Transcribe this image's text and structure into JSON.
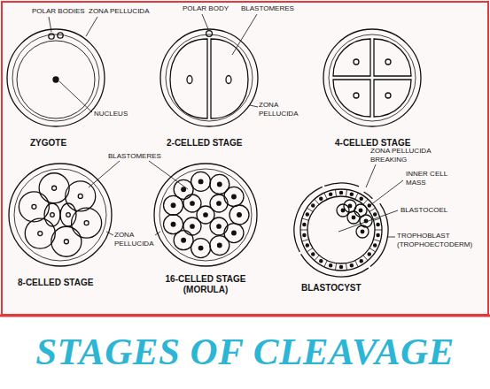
{
  "diagram": {
    "caption": "STAGES OF CLEAVAGE",
    "labels": [
      "POLAR BODIES",
      "ZONA PELLUCIDA",
      "NUCLEUS",
      "ZYGOTE",
      "POLAR BODY",
      "BLASTOMERES",
      "ZONA PELLUCIDA",
      "2-CELLED STAGE",
      "4-CELLED STAGE",
      "BLASTOMERES",
      "ZONA PELLUCIDA",
      "8-CELLED STAGE",
      "16-CELLED STAGE (MORULA)",
      "ZONA PELLUCIDA BREAKING",
      "INNER CELL MASS",
      "BLASTOCOEL",
      "TROPHOBLAST (TROPHOECTODERM)",
      "BLASTOCYST"
    ]
  }
}
